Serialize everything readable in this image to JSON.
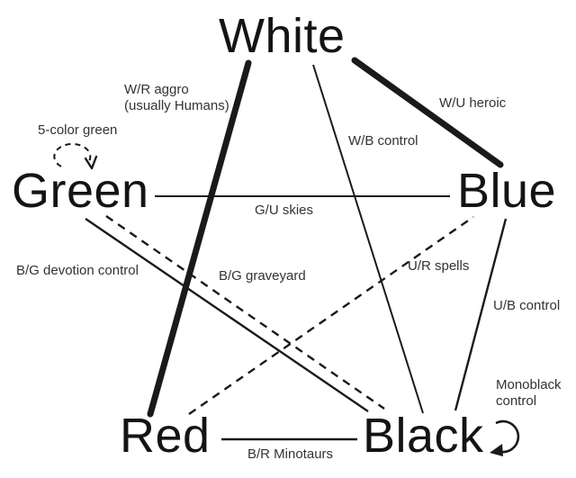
{
  "canvas": {
    "background_color": "#ffffff",
    "ink_color": "#1a1a1a",
    "node_text_color": "#141414",
    "edge_label_color": "#333333"
  },
  "nodes": {
    "white": {
      "label": "White"
    },
    "green": {
      "label": "Green"
    },
    "blue": {
      "label": "Blue"
    },
    "red": {
      "label": "Red"
    },
    "black": {
      "label": "Black"
    }
  },
  "edges": {
    "white_red": {
      "label_line1": "W/R aggro",
      "label_line2": "(usually Humans)",
      "style": "thick-solid"
    },
    "white_blue": {
      "label": "W/U heroic",
      "style": "thick-solid"
    },
    "white_black": {
      "label": "W/B control",
      "style": "thin-solid"
    },
    "green_blue": {
      "label": "G/U skies",
      "style": "thin-solid"
    },
    "green_black_devotion": {
      "label": "B/G devotion control",
      "style": "thin-solid"
    },
    "green_black_graveyard": {
      "label": "B/G graveyard",
      "style": "dashed"
    },
    "blue_red": {
      "label": "U/R spells",
      "style": "dashed"
    },
    "blue_black": {
      "label": "U/B control",
      "style": "thin-solid"
    },
    "red_black": {
      "label": "B/R Minotaurs",
      "style": "thin-solid"
    },
    "green_self_loop": {
      "label": "5-color green",
      "style": "dashed-loop-arrow"
    },
    "black_self_loop": {
      "label_line1": "Monoblack",
      "label_line2": "control",
      "style": "solid-loop-arrow"
    }
  }
}
